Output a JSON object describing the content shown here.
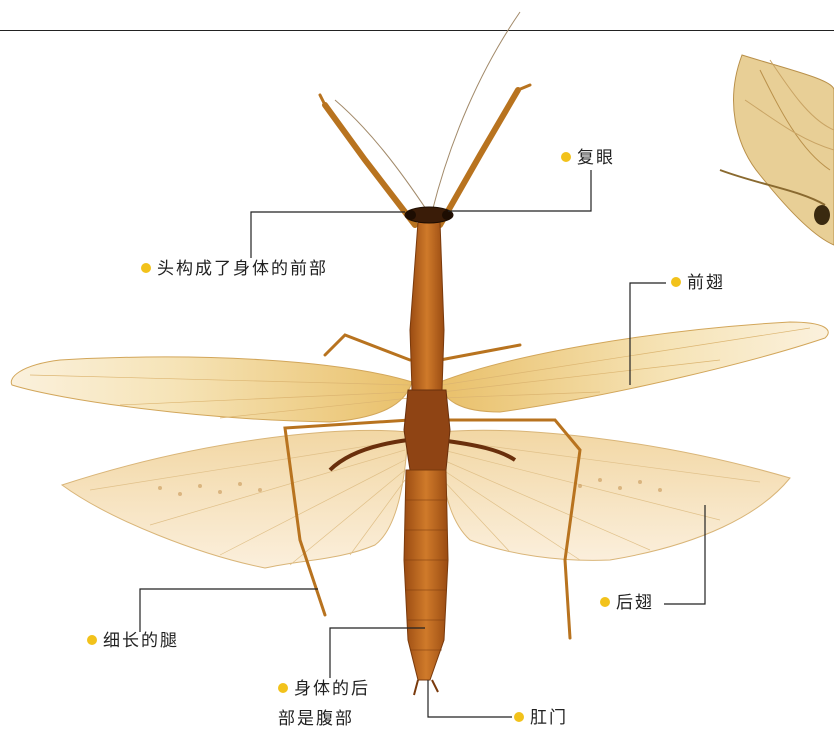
{
  "diagram": {
    "labels": {
      "compound_eye": "复眼",
      "head": "头构成了身体的前部",
      "forewing": "前翅",
      "hindwing": "后翅",
      "leg": "细长的腿",
      "abdomen_line1": "身体的后",
      "abdomen_line2": "部是腹部",
      "anus": "肛门"
    },
    "colors": {
      "dot": "#f2c21b",
      "leader_line": "#222222",
      "wing": "#f3dca8",
      "body": "#b8611c"
    }
  }
}
